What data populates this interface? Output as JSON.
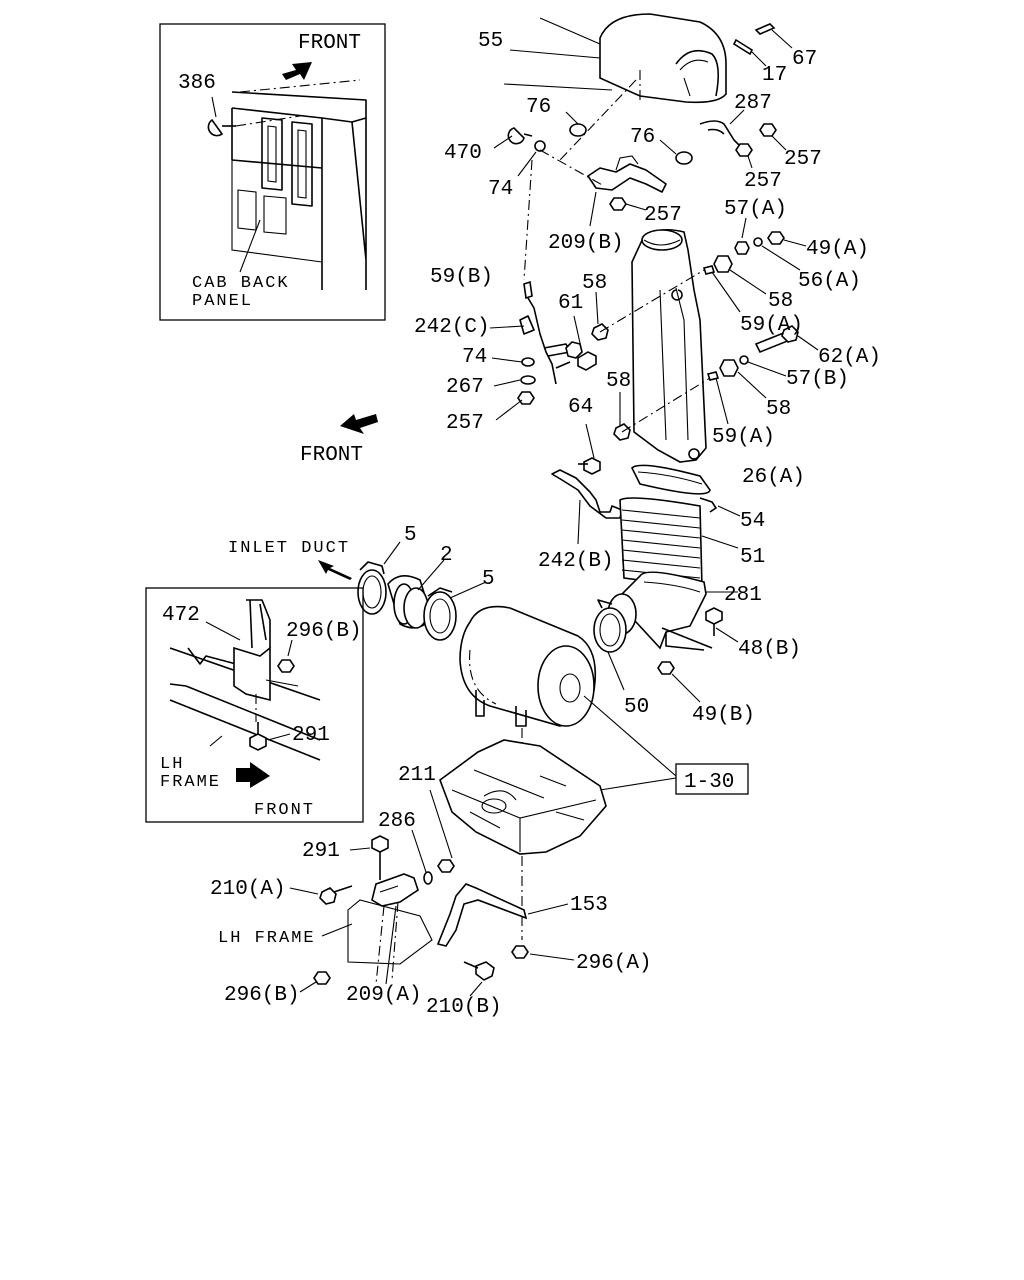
{
  "labels": {
    "front_inset": "FRONT",
    "p386": "386",
    "cab_back_1": "CAB BACK",
    "cab_back_2": "PANEL",
    "p55": "55",
    "p67": "67",
    "p17": "17",
    "p76a": "76",
    "p76b": "76",
    "p287": "287",
    "p470": "470",
    "p74a": "74",
    "p257a": "257",
    "p257b": "257",
    "p257c": "257",
    "p209b": "209(B)",
    "p57a": "57(A)",
    "p49a": "49(A)",
    "p56a": "56(A)",
    "p59b": "59(B)",
    "p58a": "58",
    "p58b": "58",
    "p61": "61",
    "p242c": "242(C)",
    "p59a1": "59(A)",
    "p62a": "62(A)",
    "p74b": "74",
    "p267": "267",
    "p57b": "57(B)",
    "p58c": "58",
    "p58d": "58",
    "p257d": "257",
    "p64": "64",
    "p59a2": "59(A)",
    "front_mid": "FRONT",
    "p26a": "26(A)",
    "p54": "54",
    "p242b": "242(B)",
    "p51": "51",
    "inlet_duct": "INLET DUCT",
    "p5a": "5",
    "p2": "2",
    "p5b": "5",
    "p281": "281",
    "p472": "472",
    "p296b1": "296(B)",
    "p48b": "48(B)",
    "p50": "50",
    "p49b": "49(B)",
    "p291a": "291",
    "lh_frame_1": "LH",
    "lh_frame_2": "FRAME",
    "front_inset2": "FRONT",
    "p1_30": "1-30",
    "p211": "211",
    "p286": "286",
    "p291b": "291",
    "p210a": "210(A)",
    "p153": "153",
    "lh_frame_b": "LH FRAME",
    "p296a": "296(A)",
    "p296b2": "296(B)",
    "p209a": "209(A)",
    "p210b": "210(B)"
  }
}
